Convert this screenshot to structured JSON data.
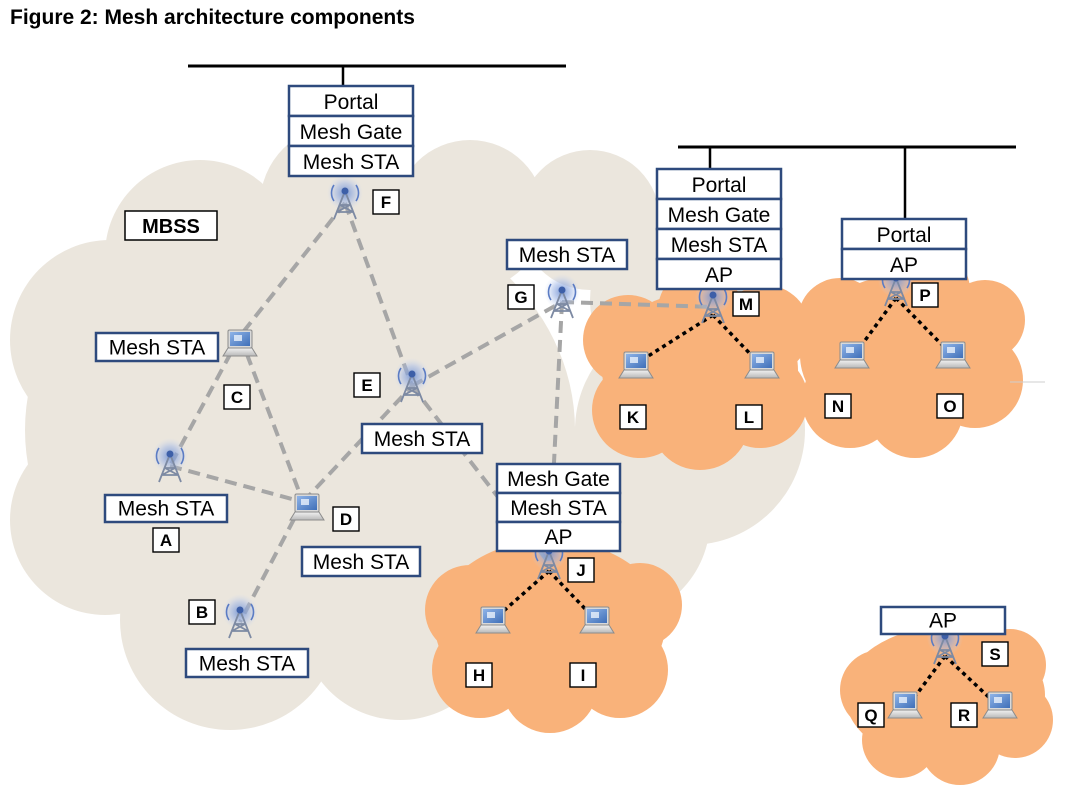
{
  "title": "Figure 2: Mesh architecture components",
  "mbss_label": "MBSS",
  "colors": {
    "mbss_cloud": "#ebe6dd",
    "bss_cloud": "#f9b27a",
    "box_border": "#2e4a7d",
    "mesh_link": "#a6a6a6",
    "bss_link": "#000000",
    "backbone": "#000000"
  },
  "nodes": {
    "A": {
      "letter": "A",
      "kind": "tower",
      "roles": [
        "Mesh STA"
      ]
    },
    "B": {
      "letter": "B",
      "kind": "tower",
      "roles": [
        "Mesh STA"
      ]
    },
    "C": {
      "letter": "C",
      "kind": "laptop",
      "roles": [
        "Mesh STA"
      ]
    },
    "D": {
      "letter": "D",
      "kind": "laptop",
      "roles": [
        "Mesh STA"
      ]
    },
    "E": {
      "letter": "E",
      "kind": "tower",
      "roles": [
        "Mesh STA"
      ]
    },
    "F": {
      "letter": "F",
      "kind": "tower",
      "roles": [
        "Portal",
        "Mesh Gate",
        "Mesh STA"
      ]
    },
    "G": {
      "letter": "G",
      "kind": "tower",
      "roles": [
        "Mesh STA"
      ]
    },
    "H": {
      "letter": "H",
      "kind": "laptop",
      "roles": []
    },
    "I": {
      "letter": "I",
      "kind": "laptop",
      "roles": []
    },
    "J": {
      "letter": "J",
      "kind": "tower",
      "roles": [
        "Mesh Gate",
        "Mesh STA",
        "AP"
      ]
    },
    "K": {
      "letter": "K",
      "kind": "laptop",
      "roles": []
    },
    "L": {
      "letter": "L",
      "kind": "laptop",
      "roles": []
    },
    "M": {
      "letter": "M",
      "kind": "tower",
      "roles": [
        "Portal",
        "Mesh Gate",
        "Mesh STA",
        "AP"
      ]
    },
    "N": {
      "letter": "N",
      "kind": "laptop",
      "roles": []
    },
    "O": {
      "letter": "O",
      "kind": "laptop",
      "roles": []
    },
    "P": {
      "letter": "P",
      "kind": "tower",
      "roles": [
        "Portal",
        "AP"
      ]
    },
    "Q": {
      "letter": "Q",
      "kind": "laptop",
      "roles": []
    },
    "R": {
      "letter": "R",
      "kind": "laptop",
      "roles": []
    },
    "S": {
      "letter": "S",
      "kind": "tower",
      "roles": [
        "AP"
      ]
    }
  },
  "mesh_links": [
    [
      "F",
      "C"
    ],
    [
      "F",
      "E"
    ],
    [
      "C",
      "A"
    ],
    [
      "C",
      "D"
    ],
    [
      "A",
      "D"
    ],
    [
      "D",
      "B"
    ],
    [
      "D",
      "E"
    ],
    [
      "E",
      "G"
    ],
    [
      "E",
      "J"
    ],
    [
      "G",
      "J"
    ],
    [
      "G",
      "M"
    ]
  ],
  "bss_links": [
    [
      "J",
      "H"
    ],
    [
      "J",
      "I"
    ],
    [
      "M",
      "K"
    ],
    [
      "M",
      "L"
    ],
    [
      "P",
      "N"
    ],
    [
      "P",
      "O"
    ],
    [
      "S",
      "Q"
    ],
    [
      "S",
      "R"
    ]
  ],
  "backbone_links": [
    [
      "F"
    ],
    [
      "M",
      "P"
    ]
  ]
}
